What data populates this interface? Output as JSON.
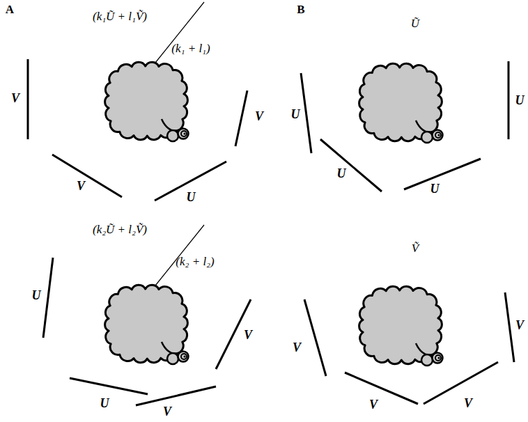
{
  "diagram": {
    "labels": [
      "A",
      "(k₁Ũ + l₁Ṽ)",
      "(k₁ + l₁)",
      "V",
      "V",
      "U",
      "V",
      "(k₂Ũ + l₂Ṽ)",
      "(k₂ + l₂)",
      "U",
      "U",
      "V",
      "V",
      "B",
      "Ũ",
      "U",
      "U",
      "U",
      "U",
      "Ṽ",
      "V",
      "V",
      "V",
      "V"
    ]
  }
}
